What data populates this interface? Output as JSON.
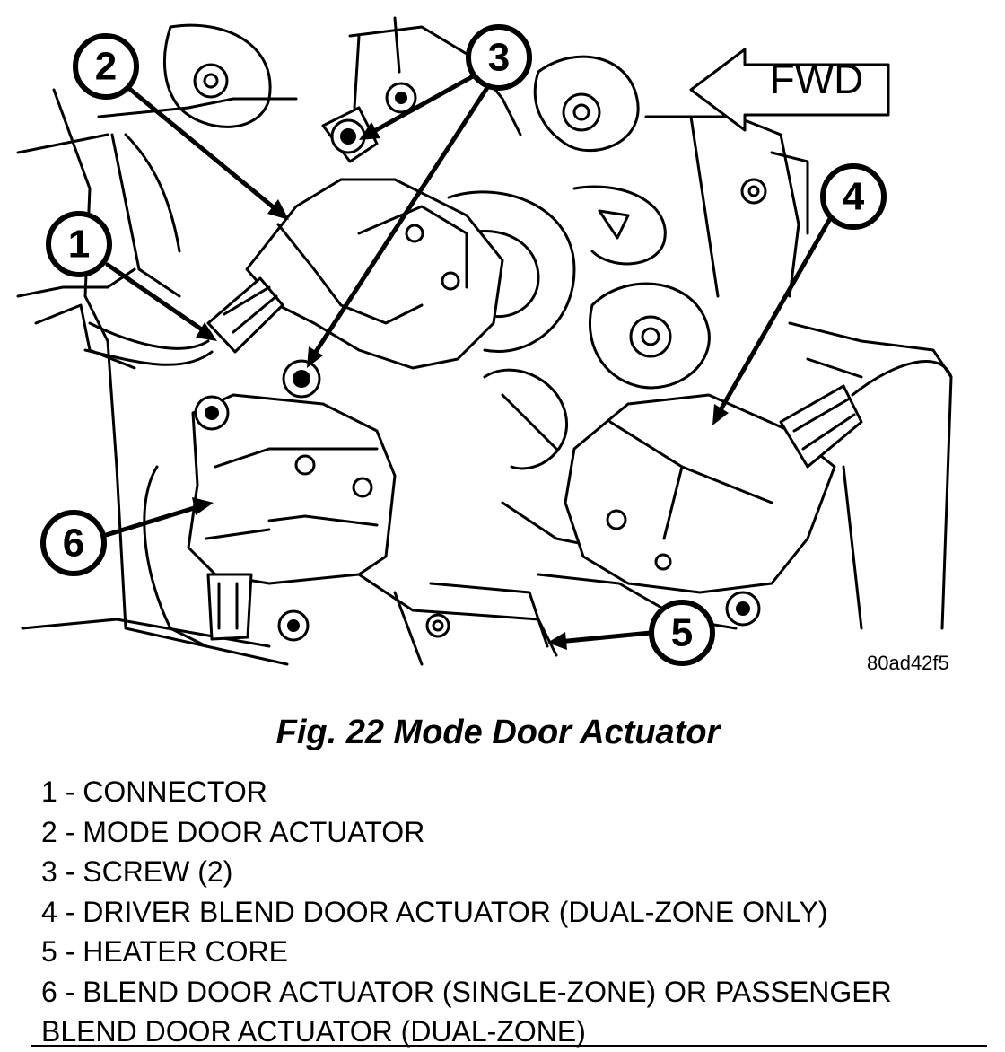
{
  "figure": {
    "direction_label": "FWD",
    "figure_id": "80ad42f5",
    "callouts": [
      "1",
      "2",
      "3",
      "4",
      "5",
      "6"
    ]
  },
  "caption": "Fig. 22 Mode Door Actuator",
  "legend": [
    "1 - CONNECTOR",
    "2 - MODE DOOR ACTUATOR",
    "3 - SCREW (2)",
    "4 - DRIVER BLEND DOOR ACTUATOR (DUAL-ZONE ONLY)",
    "5 - HEATER CORE",
    "6 - BLEND DOOR ACTUATOR (SINGLE-ZONE) OR PASSENGER\nBLEND DOOR ACTUATOR (DUAL-ZONE)"
  ]
}
